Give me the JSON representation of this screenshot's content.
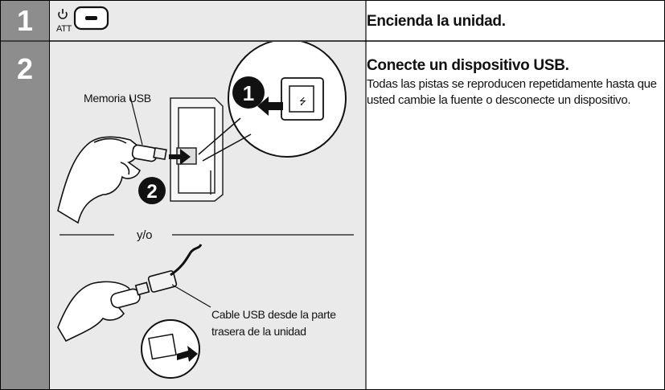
{
  "steps": [
    {
      "number": "1",
      "heading": "Encienda la unidad.",
      "button_label": "ATT",
      "button_icon": "power-icon"
    },
    {
      "number": "2",
      "heading": "Conecte un dispositivo USB.",
      "body": "Todas las pistas se reproducen repetidamente hasta que usted cambie la fuente o desconecte un dispositivo.",
      "illustration": {
        "memory_label": "Memoria USB",
        "port_label": "USB",
        "callout_1": "❶",
        "callout_2": "❷",
        "separator": "y/o",
        "cable_label_line1": "Cable USB desde la parte",
        "cable_label_line2": "trasera de la unidad"
      }
    }
  ],
  "colors": {
    "step_bar": "#8d8d8d",
    "illustration_bg": "#eaeaea",
    "border": "#000000"
  }
}
